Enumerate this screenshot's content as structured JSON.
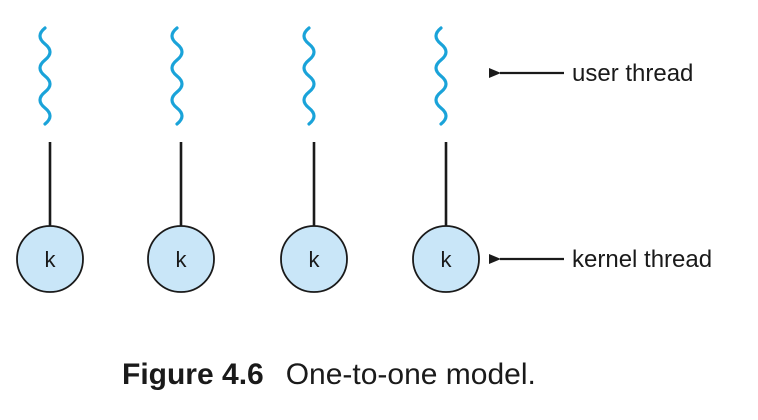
{
  "threads": [
    {
      "kernel_label": "k"
    },
    {
      "kernel_label": "k"
    },
    {
      "kernel_label": "k"
    },
    {
      "kernel_label": "k"
    }
  ],
  "labels": {
    "user_thread": "user thread",
    "kernel_thread": "kernel thread"
  },
  "caption": {
    "figure_number": "Figure 4.6",
    "title": "One-to-one model."
  },
  "colors": {
    "user_thread_wave": "#1aa3d9",
    "kernel_circle_fill": "#c9e6f8",
    "kernel_circle_stroke": "#1a1a1a",
    "connector": "#1a1a1a"
  }
}
